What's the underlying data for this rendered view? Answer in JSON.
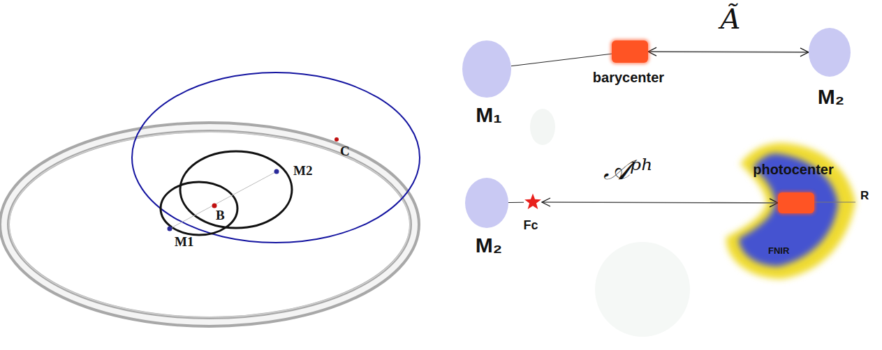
{
  "diagram": {
    "nodes": [
      {
        "text": [
          "M₁"
        ]
      },
      {
        "text": [
          "barycenter"
        ]
      },
      {
        "text": [
          "M₂"
        ]
      },
      {
        "text": [
          "M₂"
        ]
      },
      {
        "text": [
          "Fc"
        ]
      },
      {
        "text": [
          "photocenter"
        ]
      }
    ],
    "edges": [
      {
        "from": 0,
        "to": 1,
        "arrow": "none"
      },
      {
        "from": 1,
        "to": 2,
        "arrow": "both",
        "label": "Ã"
      },
      {
        "from": 3,
        "to": 4,
        "arrow": "none"
      },
      {
        "from": 4,
        "to": 5,
        "arrow": "both",
        "label": "𝒜ᵖʰ"
      }
    ],
    "labels": [
      "M1",
      "M2",
      "B",
      "C",
      "R",
      "FNIR"
    ]
  }
}
